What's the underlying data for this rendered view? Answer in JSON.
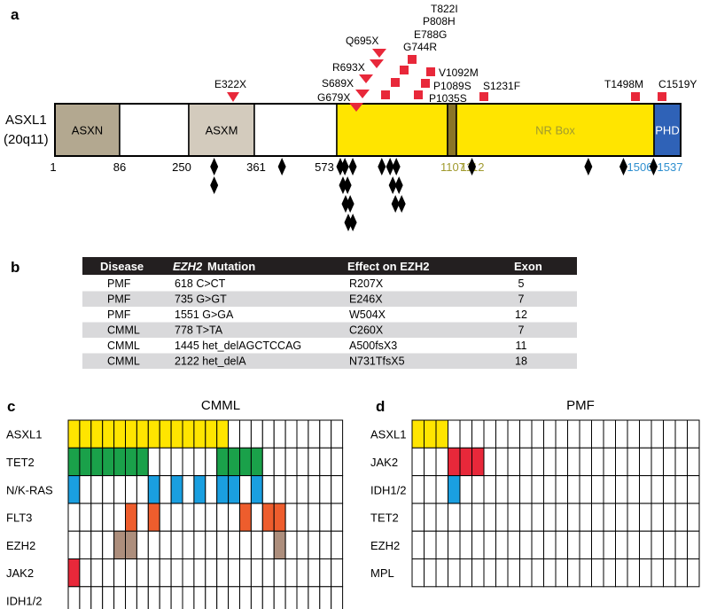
{
  "colors": {
    "asxn_domain": "#b3a890",
    "asxm_domain": "#d3cbbd",
    "yellow": "#ffe500",
    "nr_box": "#8a7527",
    "phd": "#2f62b7",
    "red": "#e8283a",
    "green": "#1aa14a",
    "blue": "#1a9fe0",
    "orange": "#ee5d2d",
    "brown": "#ad8e7c",
    "olive_text": "#a09a2e",
    "blue_text": "#2e8fcf",
    "table_header": "#231f20",
    "table_stripe": "#d9d9db"
  },
  "panel_a": {
    "label": "a",
    "gene_name_line1": "ASXL1",
    "gene_name_line2": "(20q11)",
    "domains": [
      {
        "name": "ASXN",
        "start": 1,
        "end": 86,
        "color": "#b3a890"
      },
      {
        "name": "",
        "start": 86,
        "end": 250,
        "color": "#ffffff"
      },
      {
        "name": "ASXM",
        "start": 250,
        "end": 361,
        "color": "#d3cbbd"
      },
      {
        "name": "",
        "start": 361,
        "end": 573,
        "color": "#ffffff"
      },
      {
        "name": "",
        "start": 573,
        "end": 1107,
        "color": "#ffe500"
      },
      {
        "name": "",
        "start": 1107,
        "end": 1112,
        "color": "#8a7527"
      },
      {
        "name": "NR Box",
        "start": 1112,
        "end": 1506,
        "color": "#ffe500"
      },
      {
        "name": "PHD",
        "start": 1506,
        "end": 1537,
        "color": "#2f62b7"
      }
    ],
    "position_labels": [
      {
        "text": "1",
        "pos": 1,
        "color": "#000000"
      },
      {
        "text": "86",
        "pos": 86,
        "color": "#000000"
      },
      {
        "text": "250",
        "pos": 250,
        "color": "#000000"
      },
      {
        "text": "361",
        "pos": 361,
        "color": "#000000"
      },
      {
        "text": "573",
        "pos": 573,
        "color": "#000000"
      },
      {
        "text": "1107",
        "pos": 1107,
        "color": "#a09a2e"
      },
      {
        "text": "1112",
        "pos": 1112,
        "color": "#a09a2e"
      },
      {
        "text": "1506",
        "pos": 1506,
        "color": "#2e8fcf"
      },
      {
        "text": "1537",
        "pos": 1537,
        "color": "#2e8fcf"
      }
    ],
    "mutations": [
      "E322X",
      "Q695X",
      "R693X",
      "S689X",
      "G679X",
      "T822I",
      "P808H",
      "E788G",
      "G744R",
      "V1092M",
      "P1089S",
      "P1035S",
      "S1231F",
      "T1498M",
      "C1519Y"
    ],
    "diamond_stacks": [
      {
        "pos": 293,
        "count": 2
      },
      {
        "pos": 432,
        "count": 1
      },
      {
        "pos": 590,
        "count": 4
      },
      {
        "pos": 612,
        "count": 4
      },
      {
        "pos": 650,
        "count": 1
      },
      {
        "pos": 790,
        "count": 1
      },
      {
        "pos": 830,
        "count": 3
      },
      {
        "pos": 860,
        "count": 3
      },
      {
        "pos": 1143,
        "count": 1
      },
      {
        "pos": 1375,
        "count": 1
      },
      {
        "pos": 1445,
        "count": 1
      },
      {
        "pos": 1505,
        "count": 1
      }
    ]
  },
  "panel_b": {
    "label": "b",
    "headers": [
      "Disease",
      "EZH2",
      "Mutation",
      "Effect on EZH2",
      "Exon"
    ],
    "rows": [
      [
        "PMF",
        "618 C>CT",
        "R207X",
        "5"
      ],
      [
        "PMF",
        "735 G>GT",
        "E246X",
        "7"
      ],
      [
        "PMF",
        "1551 G>GA",
        "W504X",
        "12"
      ],
      [
        "CMML",
        "778 T>TA",
        "C260X",
        "7"
      ],
      [
        "CMML",
        "1445 het_delAGCTCCAG",
        "A500fsX3",
        "11"
      ],
      [
        "CMML",
        "2122 het_delA",
        "N731TfsX5",
        "18"
      ]
    ]
  },
  "panel_c": {
    "label": "c",
    "title": "CMML",
    "columns": 24,
    "rows": [
      {
        "gene": "ASXL1",
        "color": "#ffe500",
        "cells": [
          0,
          1,
          2,
          3,
          4,
          5,
          6,
          7,
          8,
          9,
          10,
          11,
          12,
          13
        ]
      },
      {
        "gene": "TET2",
        "color": "#1aa14a",
        "cells": [
          0,
          1,
          2,
          3,
          4,
          5,
          6,
          13,
          14,
          15,
          16
        ]
      },
      {
        "gene": "N/K-RAS",
        "color": "#1a9fe0",
        "cells": [
          0,
          7,
          9,
          11,
          13,
          14,
          16
        ]
      },
      {
        "gene": "FLT3",
        "color": "#ee5d2d",
        "cells": [
          5,
          7,
          15,
          17,
          18
        ]
      },
      {
        "gene": "EZH2",
        "color": "#ad8e7c",
        "cells": [
          4,
          5,
          18
        ]
      },
      {
        "gene": "JAK2",
        "color": "#e8283a",
        "cells": [
          0
        ]
      },
      {
        "gene": "IDH1/2",
        "color": "#ffffff",
        "cells": []
      }
    ]
  },
  "panel_d": {
    "label": "d",
    "title": "PMF",
    "columns": 24,
    "rows": [
      {
        "gene": "ASXL1",
        "color": "#ffe500",
        "cells": [
          0,
          1,
          2
        ]
      },
      {
        "gene": "JAK2",
        "color": "#e8283a",
        "cells": [
          3,
          4,
          5
        ]
      },
      {
        "gene": "IDH1/2",
        "color": "#1a9fe0",
        "cells": [
          3
        ]
      },
      {
        "gene": "TET2",
        "color": "#ffffff",
        "cells": []
      },
      {
        "gene": "EZH2",
        "color": "#ffffff",
        "cells": []
      },
      {
        "gene": "MPL",
        "color": "#ffffff",
        "cells": []
      }
    ]
  }
}
